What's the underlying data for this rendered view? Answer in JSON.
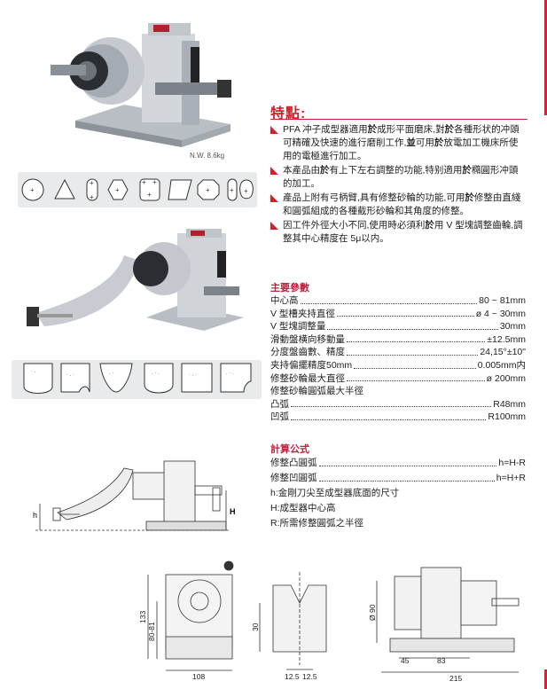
{
  "weight": "N.W. 8.6kg",
  "features": {
    "title": "特點:",
    "items": [
      {
        "pre": "PFA 冲子成型器適用",
        "b1": "於",
        "mid1": "成形平面磨床,對",
        "b2": "於",
        "rest": "各種形状的冲頭可精確及快速的進行磨削工作,",
        "b3": "並",
        "rest2": "可用",
        "b4": "於",
        "rest3": "放電加工機床所使用的電極進行加工。"
      },
      {
        "pre": "本產品由",
        "b1": "於",
        "mid1": "有上下左右調整的功能,特别適用",
        "b2": "於",
        "rest": "橢圓形冲頭的加工。",
        "b3": "",
        "rest2": "",
        "b4": "",
        "rest3": ""
      },
      {
        "pre": "產品上附有弓柄臂,具有修整砂輪的功能,可用",
        "b1": "於",
        "mid1": "修整由直綫和圓弧組成的各種截形砂輪和其角度的修整。",
        "b2": "",
        "rest": "",
        "b3": "",
        "rest2": "",
        "b4": "",
        "rest3": ""
      },
      {
        "pre": "因工件外徑大小不同,使用時必須利",
        "b1": "於",
        "mid1": "用 V 型塊調整齒輪,調整其中心精度在 5μ以内。",
        "b2": "",
        "rest": "",
        "b3": "",
        "rest2": "",
        "b4": "",
        "rest3": ""
      }
    ]
  },
  "params": {
    "title": "主要參數",
    "rows": [
      {
        "label": "中心高",
        "value": "80 ~ 81mm"
      },
      {
        "label": "V 型槽夹持直徑",
        "value": "ø 4 ~ 30mm"
      },
      {
        "label": "V 型塊調整量",
        "value": "30mm"
      },
      {
        "label": "滑動盤横向移動量",
        "value": "±12.5mm"
      },
      {
        "label": "分度盤齒數、精度",
        "value": "24,15°±10\""
      },
      {
        "label": "夹持偏擺精度50mm",
        "value": "0.005mm内"
      },
      {
        "label": "修整砂輪最大直徑",
        "value": "ø 200mm"
      },
      {
        "label": "修整砂輪圓弧最大半徑",
        "value": ""
      },
      {
        "label": "凸弧",
        "value": "R48mm"
      },
      {
        "label": "凹弧",
        "value": "R100mm"
      }
    ]
  },
  "formula": {
    "title": "計算公式",
    "rows": [
      {
        "label": "修整凸圓弧",
        "value": "h=H-R"
      },
      {
        "label": "修整凹圓弧",
        "value": "h=H+R"
      }
    ],
    "notes": [
      "h:金剛刀尖至成型器底面的尺寸",
      "H:成型器中心高",
      "R:所需修整圓弧之半徑"
    ]
  },
  "dims": {
    "h": "h",
    "H": "H",
    "d133": "133",
    "d8081": "80-81",
    "d108": "108",
    "d30": "30",
    "d125a": "12.5",
    "d125b": "12.5",
    "d90": "Ø 90",
    "d45": "45",
    "d83": "83",
    "d215": "215"
  }
}
